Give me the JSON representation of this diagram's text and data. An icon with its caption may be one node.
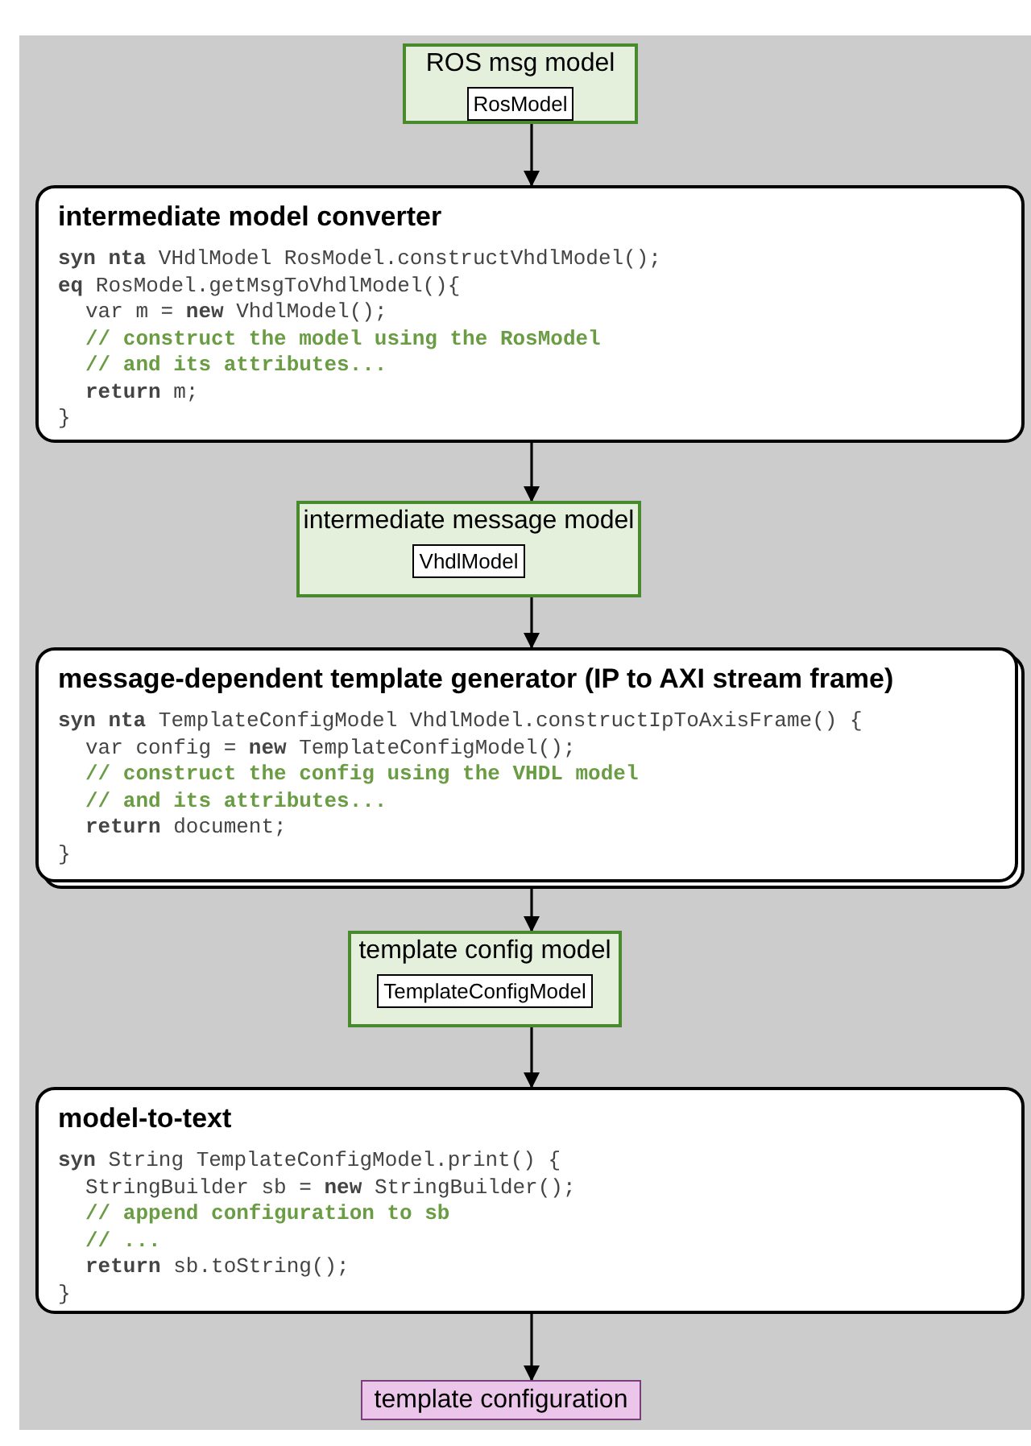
{
  "diagram": {
    "nodes": [
      {
        "text": [
          "ROS msg model"
        ]
      },
      {
        "text": [
          "RosModel"
        ],
        "in": 0
      },
      {
        "text": [
          "intermediate model converter",
          "**syn nta** VHdlModel RosModel.constructVhdlModel();",
          "**eq** RosModel.getMsgToVhdlModel(){",
          "var m = **new** VhdlModel();",
          "// construct the model using the RosModel",
          "// and its attributes...",
          "**return** m;",
          "}"
        ]
      },
      {
        "text": [
          "intermediate message model"
        ]
      },
      {
        "text": [
          "VhdlModel"
        ],
        "in": 3
      },
      {
        "text": [
          "message-dependent template generator (IP to AXI stream frame)",
          "**syn nta** TemplateConfigModel VhdlModel.constructIpToAxisFrame() {",
          "var config = **new** TemplateConfigModel();",
          "// construct the config using the VHDL model",
          "// and its attributes...",
          "**return** document;",
          "}"
        ]
      },
      {
        "text": [
          "template config model"
        ]
      },
      {
        "text": [
          "TemplateConfigModel"
        ],
        "in": 6
      },
      {
        "text": [
          "model-to-text",
          "**syn** String TemplateConfigModel.print() {",
          "StringBuilder sb = **new** StringBuilder();",
          "// append configuration to sb",
          "// ...",
          "**return** sb.toString();",
          "}"
        ]
      },
      {
        "text": [
          "template configuration"
        ]
      }
    ],
    "edges": [
      {
        "from": 0,
        "to": 2,
        "arrow": "to"
      },
      {
        "from": 2,
        "to": 3,
        "arrow": "to"
      },
      {
        "from": 3,
        "to": 5,
        "arrow": "to"
      },
      {
        "from": 5,
        "to": 6,
        "arrow": "to"
      },
      {
        "from": 6,
        "to": 8,
        "arrow": "to"
      },
      {
        "from": 8,
        "to": 9,
        "arrow": "to"
      }
    ]
  }
}
